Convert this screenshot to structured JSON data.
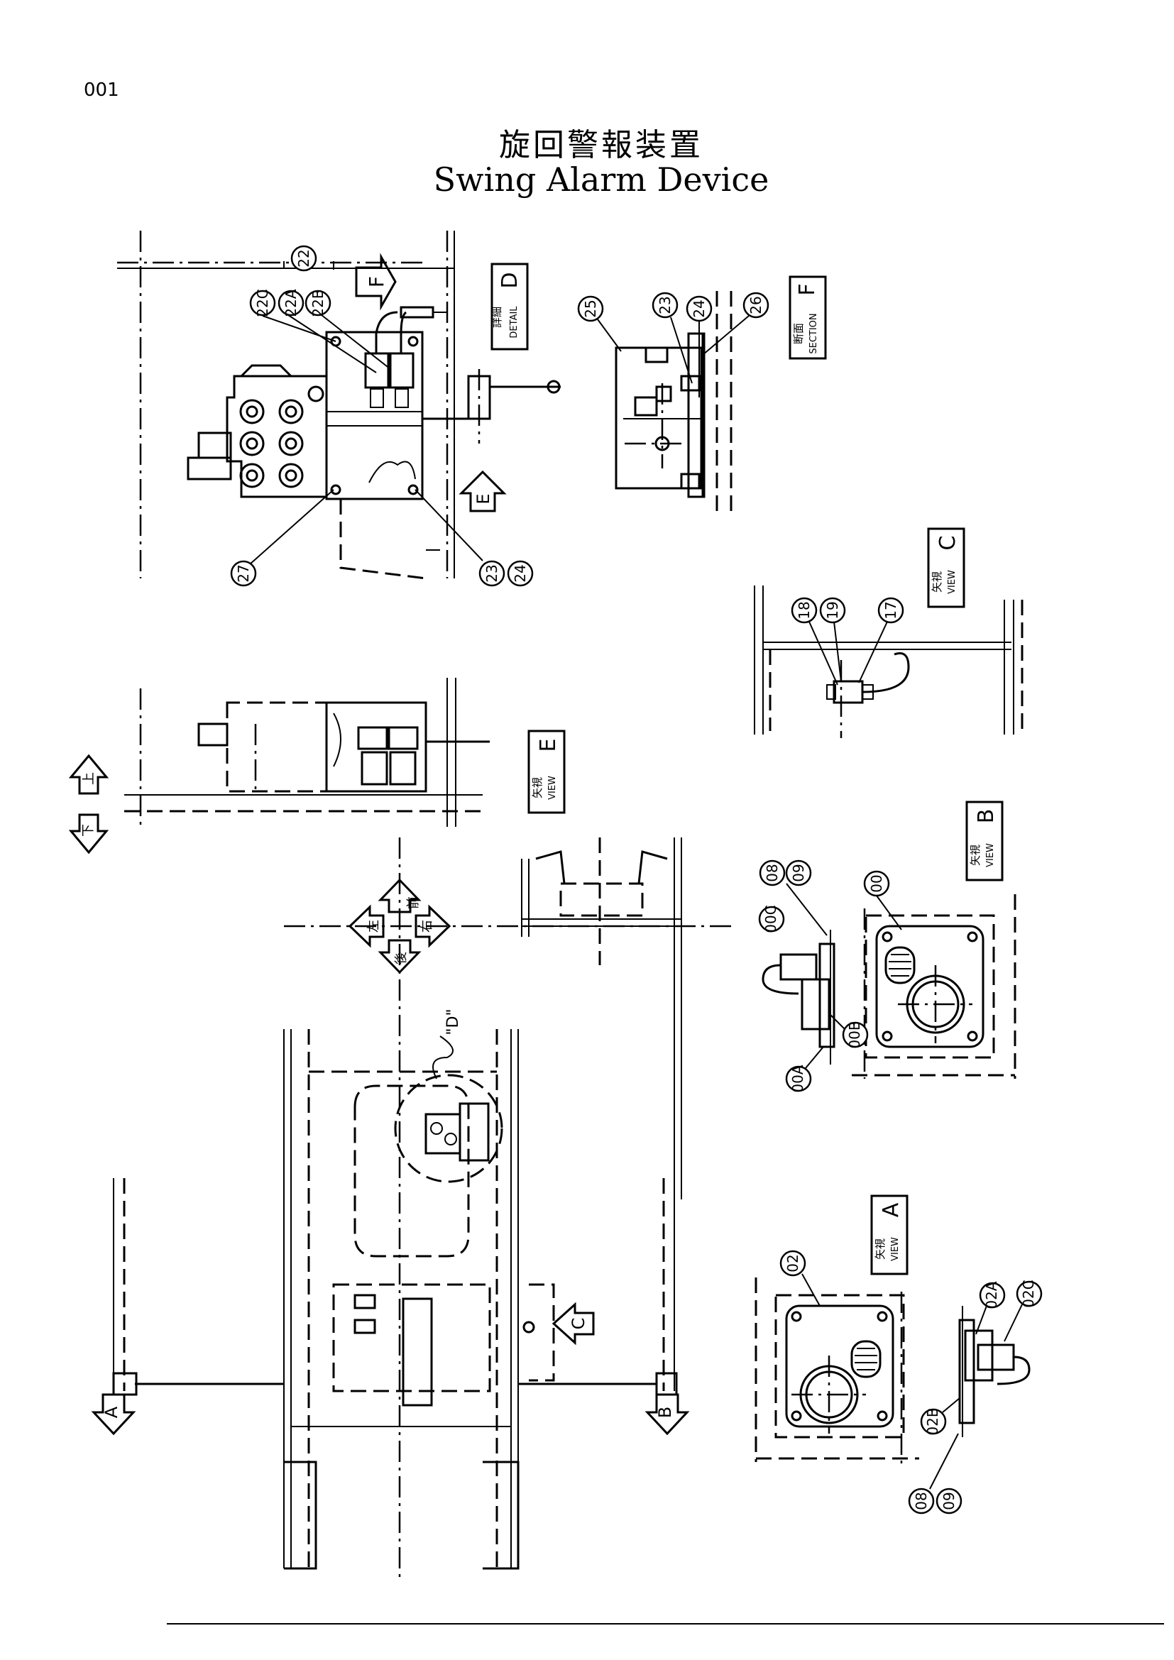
{
  "page": {
    "number": "001"
  },
  "title": {
    "japanese": "旋回警報装置",
    "english": "Swing Alarm Device"
  },
  "callouts": {
    "c22": "22",
    "c22C": "22C",
    "c22A": "22A",
    "c22B": "22B",
    "c27": "27",
    "c23a": "23",
    "c24a": "24",
    "c25": "25",
    "c23b": "23",
    "c24b": "24",
    "c26": "26",
    "c18": "18",
    "c19": "19",
    "c17": "17",
    "c08a": "08",
    "c09a": "09",
    "c00": "00",
    "c00C": "00C",
    "c00B": "00B",
    "c00A": "00A",
    "c02": "02",
    "c02A": "02A",
    "c02C": "02C",
    "c02B": "02B",
    "c08b": "08",
    "c09b": "09"
  },
  "view_labels": {
    "detail_d": {
      "jp": "詳細",
      "en": "DETAIL",
      "letter": "D"
    },
    "section_f": {
      "jp": "断面",
      "en": "SECTION",
      "letter": "F"
    },
    "view_c": {
      "jp": "矢視",
      "en": "VIEW",
      "letter": "C"
    },
    "view_e": {
      "jp": "矢視",
      "en": "VIEW",
      "letter": "E"
    },
    "view_b": {
      "jp": "矢視",
      "en": "VIEW",
      "letter": "B"
    },
    "view_a": {
      "jp": "矢視",
      "en": "VIEW",
      "letter": "A"
    }
  },
  "arrows": {
    "F": "F",
    "E": "E",
    "C": "C",
    "A": "A",
    "B": "B",
    "D": "\"D\"",
    "up": "上",
    "down": "下"
  },
  "compass": {
    "front": "前",
    "back": "後",
    "left": "左",
    "right": "右"
  }
}
